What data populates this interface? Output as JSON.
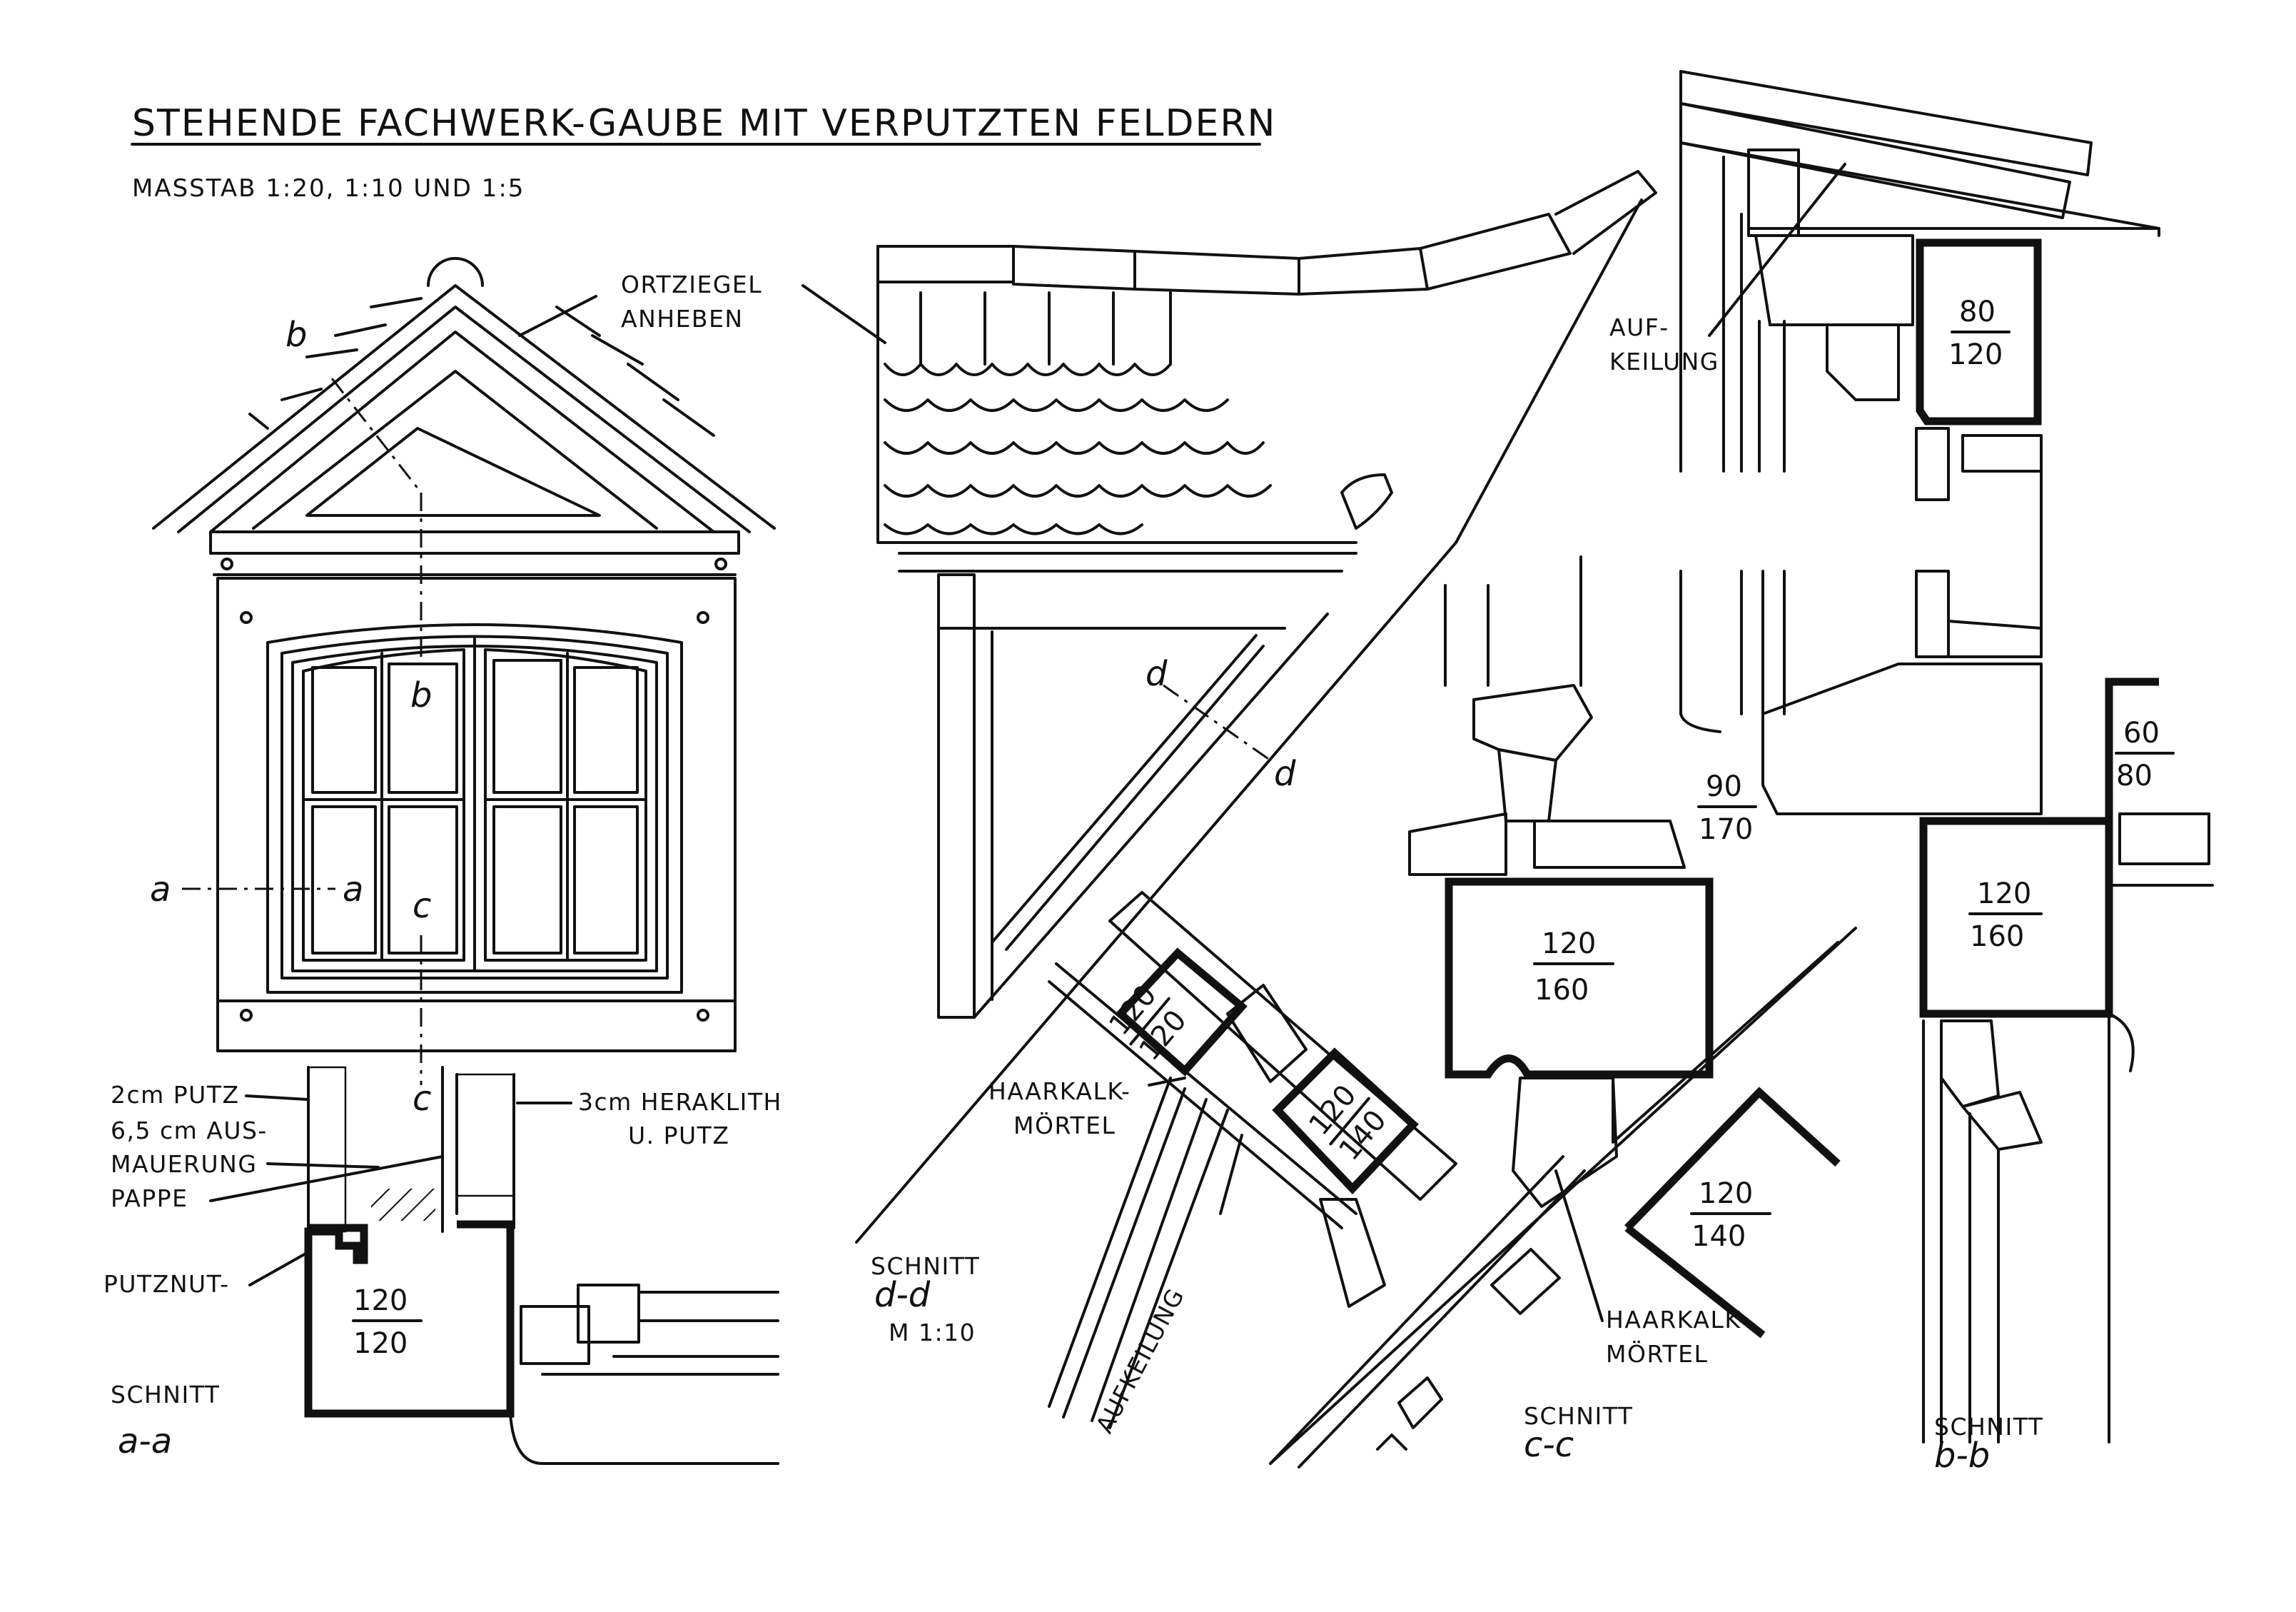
{
  "title": "STEHENDE FACHWERK-GAUBE MIT VERPUTZTEN FELDERN",
  "scale": "MASSTAB 1:20, 1:10 UND 1:5",
  "colors": {
    "ink": "#111111",
    "paper": "#ffffff"
  },
  "annotations": {
    "ortziegel_1": "ORTZIEGEL",
    "ortziegel_2": "ANHEBEN",
    "aufkeilung_top_1": "AUF-",
    "aufkeilung_top_2": "KEILUNG",
    "putz": "2cm PUTZ",
    "ausmauerung_1": "6,5 cm AUS-",
    "ausmauerung_2": "MAUERUNG",
    "pappe": "PAPPE",
    "putznut": "PUTZNUT-",
    "heraklith_1": "3cm HERAKLITH",
    "heraklith_2": "U. PUTZ",
    "haarkalk_dd_1": "HAARKALK-",
    "haarkalk_dd_2": "MÖRTEL",
    "haarkalk_cc_1": "HAARKALK-",
    "haarkalk_cc_2": "MÖRTEL",
    "aufkeilung_diag": "AUFKEILUNG"
  },
  "section_marks": {
    "b_top": "b",
    "b_bottom": "b",
    "a_left": "a",
    "a_right": "a",
    "c_top": "c",
    "c_bottom": "c",
    "d_top": "d",
    "d_bottom": "d"
  },
  "sections": {
    "aa": {
      "label": "SCHNITT",
      "mark": "a-a"
    },
    "dd": {
      "label": "SCHNITT",
      "mark": "d-d",
      "scale": "M 1:10"
    },
    "cc": {
      "label": "SCHNITT",
      "mark": "c-c"
    },
    "bb": {
      "label": "SCHNITT",
      "mark": "b-b"
    }
  },
  "dimensions": {
    "bb_top": {
      "num": "80",
      "den": "120"
    },
    "bb_main": {
      "num": "120",
      "den": "160"
    },
    "bb_sill": {
      "num": "90",
      "den": "170"
    },
    "bb_right": {
      "num": "60",
      "den": "80"
    },
    "cc_main": {
      "num": "120",
      "den": "160"
    },
    "cc_post": {
      "num": "120",
      "den": "140"
    },
    "aa_post": {
      "num": "120",
      "den": "120"
    },
    "dd_a": {
      "num": "120",
      "den": "120"
    },
    "dd_b": {
      "num": "120",
      "den": "140"
    }
  }
}
